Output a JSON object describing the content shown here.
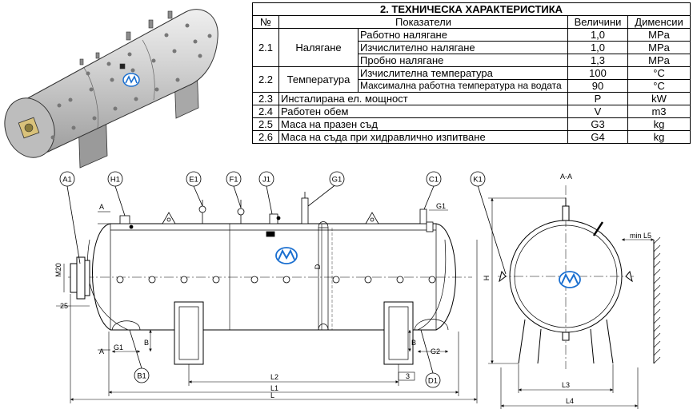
{
  "table": {
    "title": "2. ТЕХНИЧЕСКА ХАРАКТЕРИСТИКА",
    "headers": [
      "№",
      "Показатели",
      "Величини",
      "Дименсии"
    ],
    "groups": {
      "pressure": {
        "num": "2.1",
        "name": "Налягане",
        "rows": [
          {
            "label": "Работно налягане",
            "value": "1,0",
            "unit": "MPa"
          },
          {
            "label": "Изчислително налягане",
            "value": "1,0",
            "unit": "MPa"
          },
          {
            "label": "Пробно налягане",
            "value": "1,3",
            "unit": "MPa"
          }
        ]
      },
      "temperature": {
        "num": "2.2",
        "name": "Температура",
        "rows": [
          {
            "label": "Изчислителна температура",
            "value": "100",
            "unit": "°C"
          },
          {
            "label": "Максимална работна температура на водата",
            "value": "90",
            "unit": "°C"
          }
        ]
      }
    },
    "single_rows": [
      {
        "num": "2.3",
        "label": "Инсталирана ел. мощност",
        "value": "P",
        "unit": "kW"
      },
      {
        "num": "2.4",
        "label": "Работен обем",
        "value": "V",
        "unit": "m3"
      },
      {
        "num": "2.5",
        "label": "Маса на празен съд",
        "value": "G3",
        "unit": "kg"
      },
      {
        "num": "2.6",
        "label": "Маса на съда при хидравлично изпитване",
        "value": "G4",
        "unit": "kg"
      }
    ]
  },
  "drawing": {
    "callouts": [
      "A1",
      "H1",
      "E1",
      "F1",
      "J1",
      "G1",
      "C1",
      "K1",
      "B1",
      "D1"
    ],
    "dimensions": {
      "a": "A",
      "b": "B",
      "g1": "G1",
      "g2": "G2",
      "d": "D",
      "h": "H",
      "m20": "M20",
      "d25": "25",
      "three": "3",
      "l": "L",
      "l1": "L1",
      "l2": "L2",
      "l3": "L3",
      "l4": "L4",
      "l5": "min L5"
    },
    "section_label": "A-A"
  },
  "colors": {
    "line": "#000000",
    "tank_body": "#c9c9c9",
    "logo_blue": "#1a6fd0"
  }
}
